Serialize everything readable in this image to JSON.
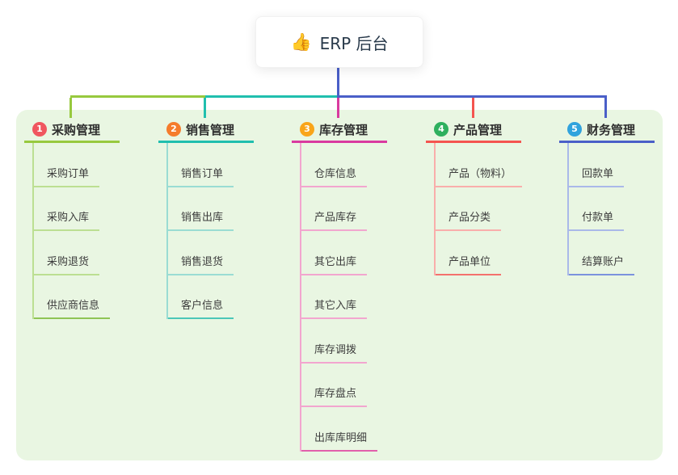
{
  "root": {
    "icon_name": "thumbs-up-icon",
    "icon": "👍",
    "label": "ERP 后台"
  },
  "panel": {
    "bg": "#e9f6e2"
  },
  "connector": {
    "stem_color": "#4a5fc8",
    "segment_colors": [
      "#97c93e",
      "#20bfae",
      "#4a5fc8"
    ]
  },
  "branches": [
    {
      "number": "1",
      "label": "采购管理",
      "badge_color": "#f0565f",
      "line_color": "#97c93e",
      "child_line_color": "#bcdf92",
      "child_line_strong": "#8fc455",
      "children": [
        "采购订单",
        "采购入库",
        "采购退货",
        "供应商信息"
      ]
    },
    {
      "number": "2",
      "label": "销售管理",
      "badge_color": "#f57c2c",
      "line_color": "#20bfae",
      "child_line_color": "#9adcd3",
      "child_line_strong": "#4cc7b8",
      "children": [
        "销售订单",
        "销售出库",
        "销售退货",
        "客户信息"
      ]
    },
    {
      "number": "3",
      "label": "库存管理",
      "badge_color": "#f9a51a",
      "line_color": "#d93a9f",
      "child_line_color": "#f2a6cf",
      "child_line_strong": "#e160ab",
      "children": [
        "仓库信息",
        "产品库存",
        "其它出库",
        "其它入库",
        "库存调拨",
        "库存盘点",
        "出库库明细"
      ]
    },
    {
      "number": "4",
      "label": "产品管理",
      "badge_color": "#2eb05e",
      "line_color": "#f4544f",
      "child_line_color": "#f9aeab",
      "child_line_strong": "#f4716d",
      "children": [
        "产品（物料）",
        "产品分类",
        "产品单位"
      ]
    },
    {
      "number": "5",
      "label": "财务管理",
      "badge_color": "#31a3dd",
      "line_color": "#4a5fc8",
      "child_line_color": "#aab9e9",
      "child_line_strong": "#7b92dd",
      "children": [
        "回款单",
        "付款单",
        "结算账户"
      ]
    }
  ]
}
